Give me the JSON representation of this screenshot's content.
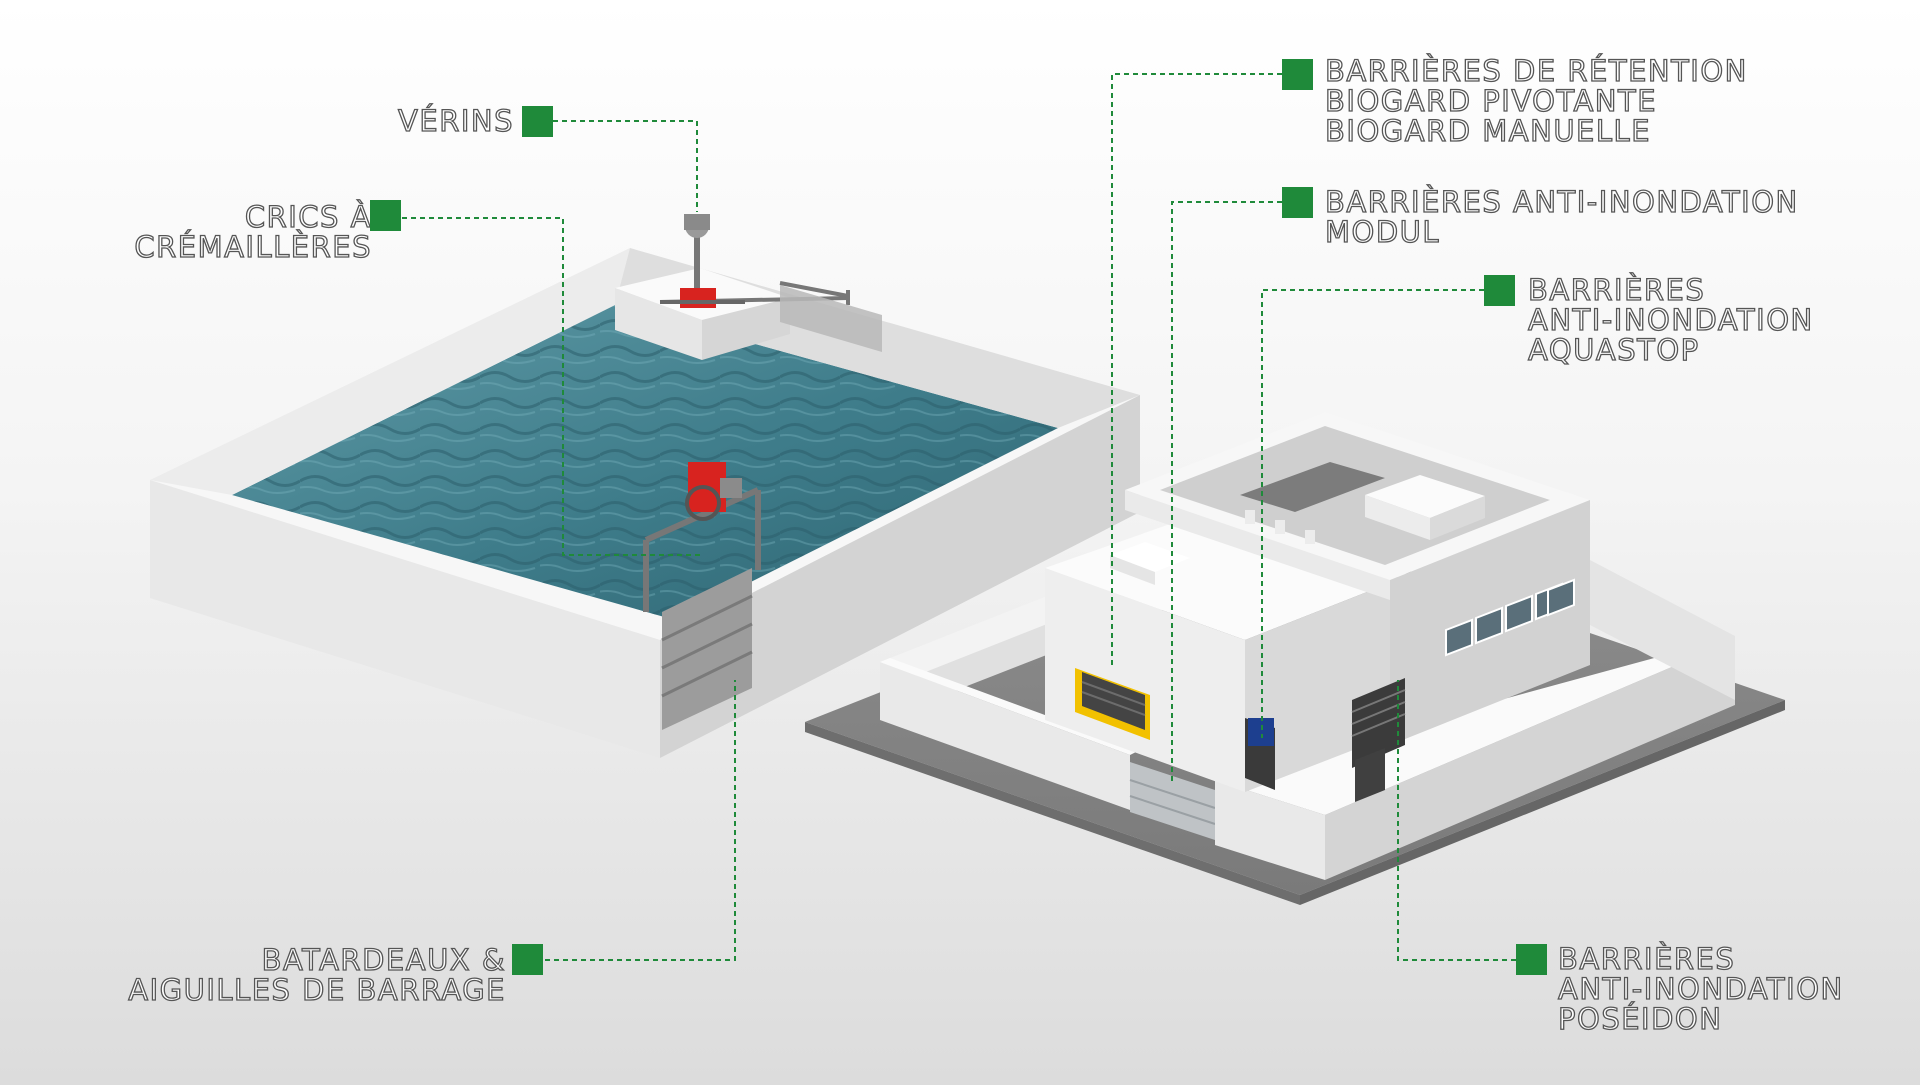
{
  "accent_color": "#1f8a3a",
  "water_color": "#3f7d8a",
  "labels": {
    "verins": {
      "lines": [
        "VÉRINS"
      ]
    },
    "crics": {
      "lines": [
        "CRICS À",
        "CRÉMAILLÈRES"
      ]
    },
    "batardeaux": {
      "lines": [
        "BATARDEAUX &",
        "AIGUILLES DE BARRAGE"
      ]
    },
    "retention": {
      "lines": [
        "BARRIÈRES DE RÉTENTION",
        "BIOGARD PIVOTANTE",
        "BIOGARD MANUELLE"
      ]
    },
    "modul": {
      "lines": [
        "BARRIÈRES ANTI-INONDATION",
        "MODUL"
      ]
    },
    "aquastop": {
      "lines": [
        "BARRIÈRES",
        "ANTI-INONDATION",
        "AQUASTOP"
      ]
    },
    "poseidon": {
      "lines": [
        "BARRIÈRES",
        "ANTI-INONDATION",
        "POSÉIDON"
      ]
    }
  }
}
